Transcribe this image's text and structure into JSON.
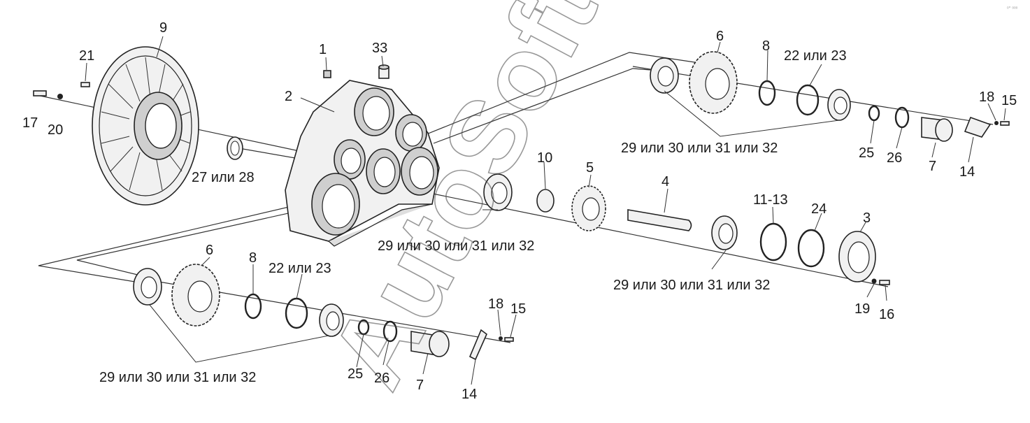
{
  "watermark": "AutoSoft",
  "corner_mark": "ᵒ° ᵒᵒᵒ",
  "labels": {
    "l1": "1",
    "l2": "2",
    "l3": "3",
    "l4": "4",
    "l5": "5",
    "l6_top": "6",
    "l6_bottom": "6",
    "l7_top": "7",
    "l7_bottom": "7",
    "l8_top": "8",
    "l8_bottom": "8",
    "l9": "9",
    "l10": "10",
    "l11_13": "11-13",
    "l14_top": "14",
    "l14_bottom": "14",
    "l15_top": "15",
    "l15_bottom": "15",
    "l16": "16",
    "l17": "17",
    "l18_top": "18",
    "l18_bottom": "18",
    "l19": "19",
    "l20": "20",
    "l21": "21",
    "l22_23_top": "22 или 23",
    "l22_23_bottom": "22 или 23",
    "l24": "24",
    "l25_top": "25",
    "l25_bottom": "25",
    "l26_top": "26",
    "l26_bottom": "26",
    "l27_28": "27 или 28",
    "l29_32_top": "29 или 30 или 31 или 32",
    "l29_32_mid": "29 или 30 или 31 или 32",
    "l29_32_right": "29 или 30 или 31 или 32",
    "l29_32_bottom": "29 или 30 или 31 или 32",
    "l33": "33"
  }
}
